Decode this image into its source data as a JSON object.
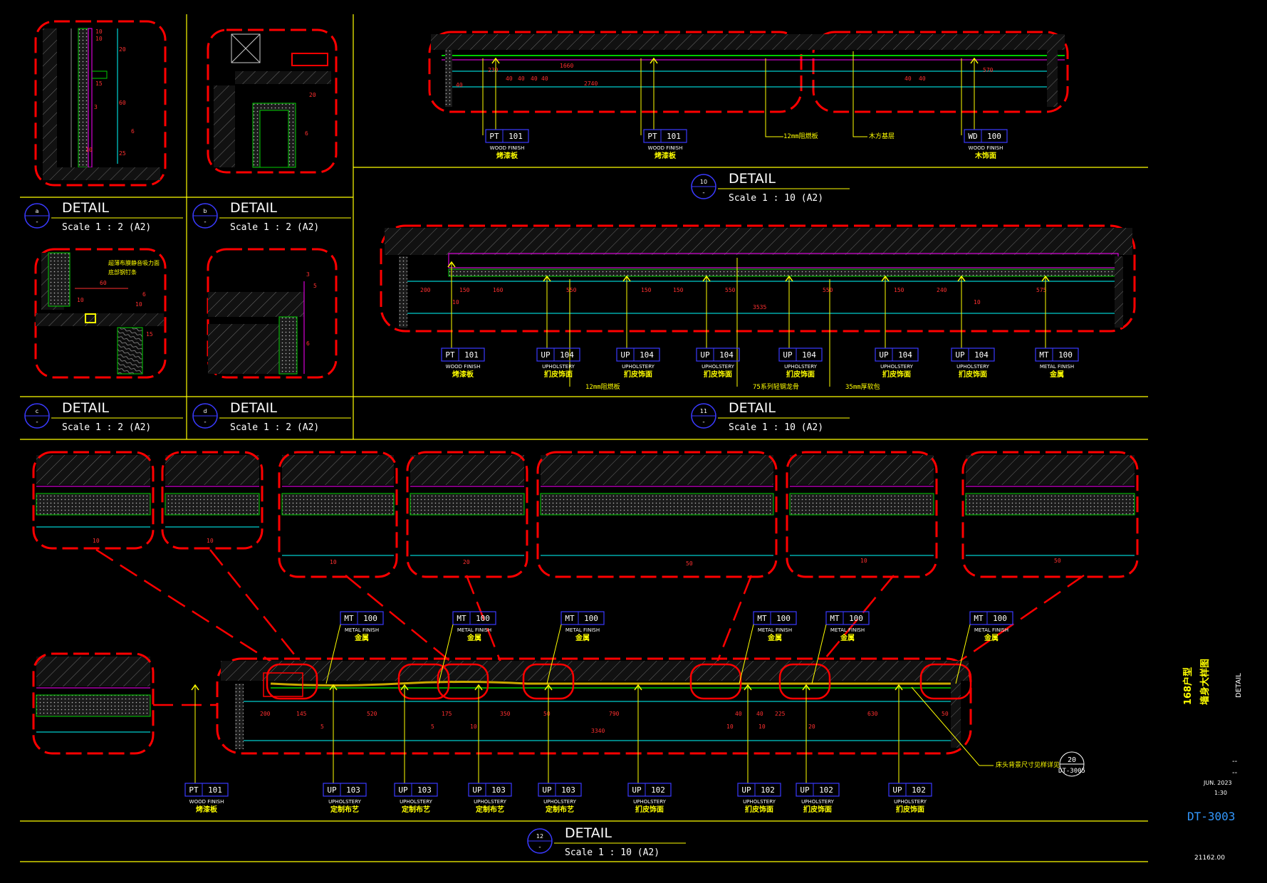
{
  "colors": {
    "background": "#000000",
    "frame": "#ffff00",
    "cloud": "#ff0000",
    "wall": "#8a8a8a",
    "panel": "#00cc00",
    "finish": "#ff00ff",
    "line": "#00ffff",
    "tag_box": "#3a3aff",
    "dim_text": "#ff3030",
    "note": "#ffff00",
    "sheet_no": "#3399ff"
  },
  "title_block": {
    "project": "168户型",
    "drawing_name": "墙身大样图",
    "type": "DETAIL",
    "dash1": "--",
    "dash2": "--",
    "date": "JUN. 2023",
    "scale": "1:30",
    "sheet_no": "DT-3003",
    "code": "21162.00"
  },
  "detail_titles": [
    {
      "id": "a",
      "num": "-",
      "title": "DETAIL",
      "scale": "Scale 1 : 2 (A2)"
    },
    {
      "id": "b",
      "num": "-",
      "title": "DETAIL",
      "scale": "Scale 1 : 2 (A2)"
    },
    {
      "id": "c",
      "num": "-",
      "title": "DETAIL",
      "scale": "Scale 1 : 2 (A2)"
    },
    {
      "id": "d",
      "num": "-",
      "title": "DETAIL",
      "scale": "Scale 1 : 2 (A2)"
    },
    {
      "id": "10",
      "num": "-",
      "title": "DETAIL",
      "scale": "Scale 1 : 10 (A2)"
    },
    {
      "id": "11",
      "num": "-",
      "title": "DETAIL",
      "scale": "Scale 1 : 10 (A2)"
    },
    {
      "id": "12",
      "num": "-",
      "title": "DETAIL",
      "scale": "Scale 1 : 10 (A2)"
    }
  ],
  "detail_10": {
    "tags": [
      {
        "code": "PT",
        "num": "101",
        "en": "WOOD FINISH",
        "cn": "烤漆板"
      },
      {
        "code": "PT",
        "num": "101",
        "en": "WOOD FINISH",
        "cn": "烤漆板"
      },
      {
        "code": "WD",
        "num": "100",
        "en": "WOOD FINISH",
        "cn": "木饰面"
      }
    ],
    "notes": [
      "12mm阻燃板",
      "木方基层"
    ],
    "dims": [
      "230",
      "1660",
      "40",
      "40",
      "40",
      "40",
      "2740",
      "40",
      "40",
      "570",
      "40"
    ]
  },
  "detail_11": {
    "tags": [
      {
        "code": "PT",
        "num": "101",
        "en": "WOOD FINISH",
        "cn": "烤漆板"
      },
      {
        "code": "UP",
        "num": "104",
        "en": "UPHOLSTERY",
        "cn": "扪皮饰面"
      },
      {
        "code": "UP",
        "num": "104",
        "en": "UPHOLSTERY",
        "cn": "扪皮饰面"
      },
      {
        "code": "UP",
        "num": "104",
        "en": "UPHOLSTERY",
        "cn": "扪皮饰面"
      },
      {
        "code": "UP",
        "num": "104",
        "en": "UPHOLSTERY",
        "cn": "扪皮饰面"
      },
      {
        "code": "UP",
        "num": "104",
        "en": "UPHOLSTERY",
        "cn": "扪皮饰面"
      },
      {
        "code": "UP",
        "num": "104",
        "en": "UPHOLSTERY",
        "cn": "扪皮饰面"
      },
      {
        "code": "MT",
        "num": "100",
        "en": "METAL FINISH",
        "cn": "金属"
      }
    ],
    "notes": [
      "12mm阻燃板",
      "75系列轻钢龙骨",
      "35mm厚软包"
    ],
    "dims": [
      "200",
      "150",
      "160",
      "550",
      "150",
      "150",
      "550",
      "550",
      "150",
      "240",
      "575",
      "10",
      "3535",
      "10"
    ]
  },
  "detail_12": {
    "top_tags": [
      {
        "code": "MT",
        "num": "100",
        "en": "METAL FINISH",
        "cn": "金属"
      },
      {
        "code": "MT",
        "num": "100",
        "en": "METAL FINISH",
        "cn": "金属"
      },
      {
        "code": "MT",
        "num": "100",
        "en": "METAL FINISH",
        "cn": "金属"
      },
      {
        "code": "MT",
        "num": "100",
        "en": "METAL FINISH",
        "cn": "金属"
      },
      {
        "code": "MT",
        "num": "100",
        "en": "METAL FINISH",
        "cn": "金属"
      },
      {
        "code": "MT",
        "num": "100",
        "en": "METAL FINISH",
        "cn": "金属"
      }
    ],
    "bottom_tags": [
      {
        "code": "PT",
        "num": "101",
        "en": "WOOD FINISH",
        "cn": "烤漆板"
      },
      {
        "code": "UP",
        "num": "103",
        "en": "UPHOLSTERY",
        "cn": "定制布艺"
      },
      {
        "code": "UP",
        "num": "103",
        "en": "UPHOLSTERY",
        "cn": "定制布艺"
      },
      {
        "code": "UP",
        "num": "103",
        "en": "UPHOLSTERY",
        "cn": "定制布艺"
      },
      {
        "code": "UP",
        "num": "103",
        "en": "UPHOLSTERY",
        "cn": "定制布艺"
      },
      {
        "code": "UP",
        "num": "102",
        "en": "UPHOLSTERY",
        "cn": "扪皮饰面"
      },
      {
        "code": "UP",
        "num": "102",
        "en": "UPHOLSTERY",
        "cn": "扪皮饰面"
      },
      {
        "code": "UP",
        "num": "102",
        "en": "UPHOLSTERY",
        "cn": "扪皮饰面"
      },
      {
        "code": "UP",
        "num": "102",
        "en": "UPHOLSTERY",
        "cn": "扪皮饰面"
      }
    ],
    "note": "床头背景尺寸见样详见",
    "ref": {
      "num": "20",
      "sheet": "DT-3005"
    },
    "dims": [
      "200",
      "145",
      "520",
      "175",
      "350",
      "50",
      "790",
      "40",
      "40",
      "225",
      "630",
      "50",
      "3340",
      "5",
      "5",
      "10",
      "10",
      "10",
      "20"
    ]
  },
  "small_details": {
    "c_note1": "超薄布膜静音吸力面",
    "c_note2": "底部钢钉条",
    "a_dims": [
      "10",
      "10",
      "20",
      "15",
      "60",
      "3",
      "6",
      "10",
      "25"
    ],
    "b_dims": [
      "20",
      "6"
    ],
    "c_dims": [
      "60",
      "10",
      "6",
      "10",
      "15"
    ],
    "d_dims": [
      "3",
      "5",
      "6"
    ],
    "zoom_dims": [
      "10",
      "10",
      "20",
      "10",
      "50",
      "10",
      "50"
    ]
  }
}
